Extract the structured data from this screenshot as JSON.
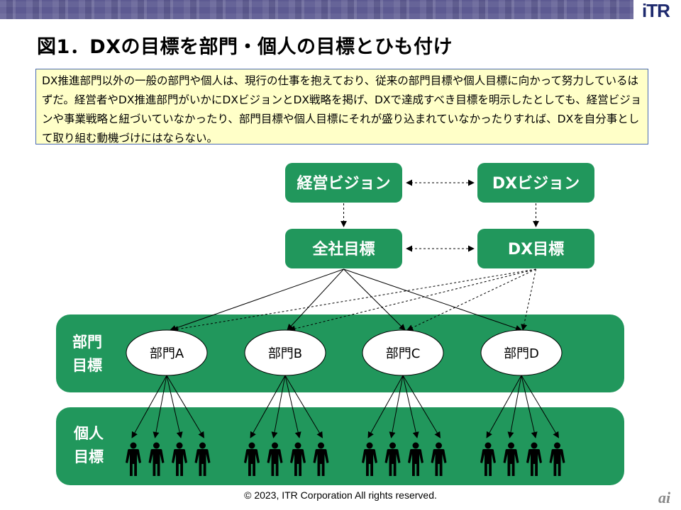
{
  "header": {
    "logo_text": "iTR"
  },
  "title": "図1．DXの目標を部門・個人の目標とひも付け",
  "note": "DX推進部門以外の一般の部門や個人は、現行の仕事を抱えており、従来の部門目標や個人目標に向かって努力しているはずだ。経営者やDX推進部門がいかにDXビジョンとDX戦略を掲げ、DXで達成すべき目標を明示したとしても、経営ビジョンや事業戦略と紐づいていなかったり、部門目標や個人目標にそれが盛り込まれていなかったりすれば、DXを自分事として取り組む動機づけにはならない。",
  "boxes": {
    "mgmt_vision": "経営ビジョン",
    "dx_vision": "DXビジョン",
    "company_goal": "全社目標",
    "dx_goal": "DX目標"
  },
  "dept_band": {
    "label_line1": "部門",
    "label_line2": "目標"
  },
  "person_band": {
    "label_line1": "個人",
    "label_line2": "目標"
  },
  "departments": [
    "部門A",
    "部門B",
    "部門C",
    "部門D"
  ],
  "persons_per_department": 4,
  "colors": {
    "green": "#21975c",
    "header": "#5d5a92"
  },
  "footer": "© 2023, ITR Corporation  All rights reserved.",
  "corner_logo": "ai"
}
